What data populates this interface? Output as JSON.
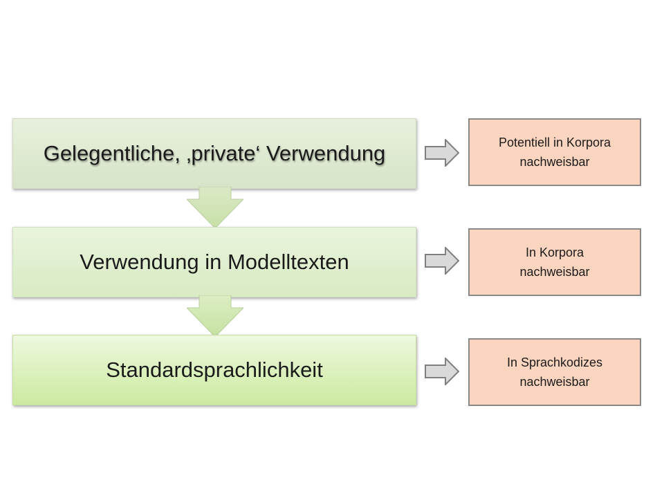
{
  "stages": [
    {
      "label": "Gelegentliche, ‚private‘ Verwendung"
    },
    {
      "label": "Verwendung in Modelltexten"
    },
    {
      "label": "Standardsprachlichkeit"
    }
  ],
  "notes": [
    {
      "line1": "Potentiell in Korpora",
      "line2": "nachweisbar"
    },
    {
      "line1": "In Korpora",
      "line2": "nachweisbar"
    },
    {
      "line1": "In Sprachkodizes",
      "line2": "nachweisbar"
    }
  ],
  "colors": {
    "stage_fill": "#dce8cf",
    "stage_final_fill": "#d3eeab",
    "down_arrow_fill": "#d2e6b8",
    "note_fill": "#fbd5bf",
    "note_border": "#888888",
    "right_arrow_fill": "#d9d9d9",
    "right_arrow_stroke": "#7f7f7f"
  },
  "icons": {
    "down_arrow": "chevron-down-arrow-icon",
    "right_arrow": "block-right-arrow-icon"
  }
}
